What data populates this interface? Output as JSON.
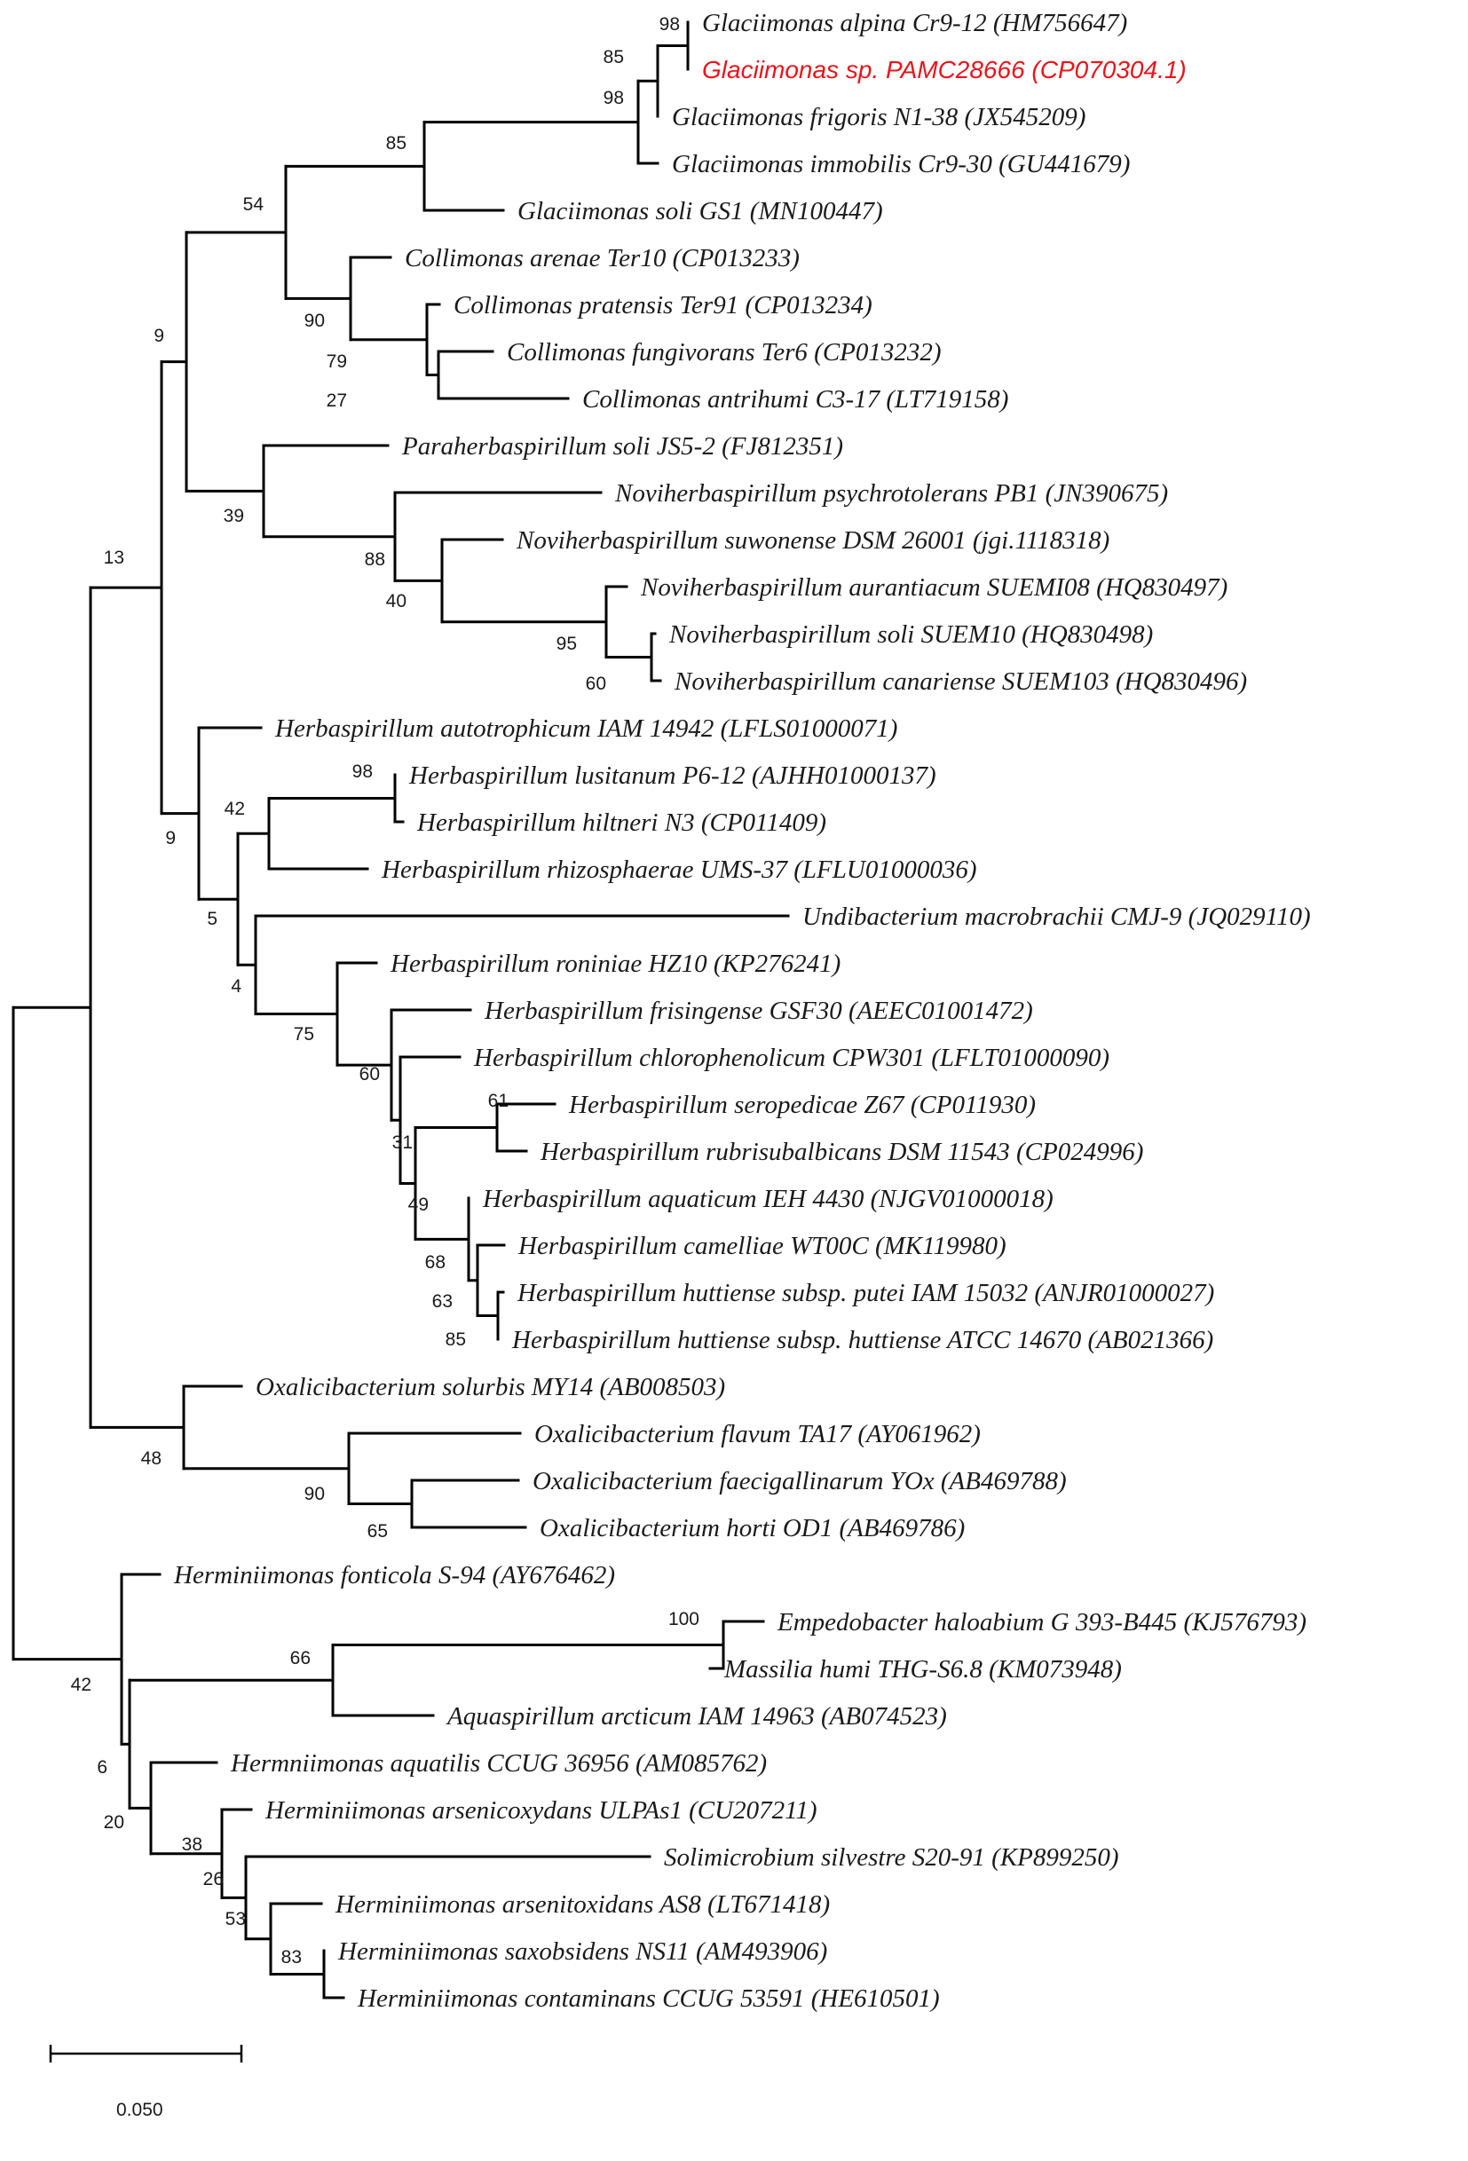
{
  "tree": {
    "highlight_color": "#e8141b",
    "scale_label": "0.050",
    "leaves": [
      {
        "label": "Glaciimonas alpina Cr9-12 (HM756647)"
      },
      {
        "label": "Glaciimonas sp. PAMC28666 (CP070304.1)",
        "highlight": true
      },
      {
        "label": "Glaciimonas frigoris N1-38 (JX545209)"
      },
      {
        "label": "Glaciimonas immobilis Cr9-30 (GU441679)"
      },
      {
        "label": "Glaciimonas soli GS1 (MN100447)"
      },
      {
        "label": "Collimonas arenae Ter10 (CP013233)"
      },
      {
        "label": "Collimonas pratensis Ter91 (CP013234)"
      },
      {
        "label": "Collimonas fungivorans Ter6 (CP013232)"
      },
      {
        "label": "Collimonas antrihumi C3-17 (LT719158)"
      },
      {
        "label": "Paraherbaspirillum soli JS5-2 (FJ812351)"
      },
      {
        "label": "Noviherbaspirillum psychrotolerans PB1 (JN390675)"
      },
      {
        "label": "Noviherbaspirillum suwonense DSM 26001 (jgi.1118318)"
      },
      {
        "label": "Noviherbaspirillum aurantiacum SUEMI08 (HQ830497)"
      },
      {
        "label": "Noviherbaspirillum soli SUEM10 (HQ830498)"
      },
      {
        "label": "Noviherbaspirillum canariense SUEM103 (HQ830496)"
      },
      {
        "label": "Herbaspirillum autotrophicum IAM 14942 (LFLS01000071)"
      },
      {
        "label": "Herbaspirillum lusitanum P6-12 (AJHH01000137)"
      },
      {
        "label": "Herbaspirillum hiltneri N3 (CP011409)"
      },
      {
        "label": "Herbaspirillum rhizosphaerae UMS-37 (LFLU01000036)"
      },
      {
        "label": "Undibacterium macrobrachii CMJ-9 (JQ029110)"
      },
      {
        "label": "Herbaspirillum roniniae HZ10 (KP276241)"
      },
      {
        "label": "Herbaspirillum frisingense GSF30 (AEEC01001472)"
      },
      {
        "label": "Herbaspirillum chlorophenolicum CPW301 (LFLT01000090)"
      },
      {
        "label": "Herbaspirillum seropedicae Z67 (CP011930)"
      },
      {
        "label": "Herbaspirillum rubrisubalbicans DSM 11543 (CP024996)"
      },
      {
        "label": "Herbaspirillum aquaticum IEH 4430 (NJGV01000018)"
      },
      {
        "label": "Herbaspirillum camelliae WT00C (MK119980)"
      },
      {
        "label": "Herbaspirillum huttiense subsp. putei IAM 15032 (ANJR01000027)"
      },
      {
        "label": "Herbaspirillum huttiense subsp. huttiense ATCC 14670 (AB021366)"
      },
      {
        "label": "Oxalicibacterium solurbis MY14 (AB008503)"
      },
      {
        "label": "Oxalicibacterium flavum TA17 (AY061962)"
      },
      {
        "label": "Oxalicibacterium faecigallinarum YOx (AB469788)"
      },
      {
        "label": "Oxalicibacterium horti OD1 (AB469786)"
      },
      {
        "label": "Herminiimonas fonticola S-94 (AY676462)"
      },
      {
        "label": "Empedobacter haloabium G 393-B445 (KJ576793)"
      },
      {
        "label": "Massilia humi THG-S6.8 (KM073948)"
      },
      {
        "label": "Aquaspirillum arcticum IAM 14963 (AB074523)"
      },
      {
        "label": "Hermniimonas aquatilis CCUG 36956 (AM085762)"
      },
      {
        "label": "Herminiimonas arsenicoxydans ULPAs1 (CU207211)"
      },
      {
        "label": "Solimicrobium silvestre S20-91 (KP899250)"
      },
      {
        "label": "Herminiimonas arsenitoxidans AS8 (LT671418)"
      },
      {
        "label": "Herminiimonas saxobsidens NS11 (AM493906)"
      },
      {
        "label": "Herminiimonas contaminans CCUG 53591 (HE610501)"
      }
    ],
    "bootstrap": [
      "98",
      "85",
      "98",
      "85",
      "54",
      "90",
      "79",
      "27",
      "9",
      "39",
      "88",
      "40",
      "95",
      "60",
      "13",
      "98",
      "42",
      "9",
      "5",
      "4",
      "75",
      "60",
      "31",
      "61",
      "49",
      "68",
      "63",
      "85",
      "48",
      "90",
      "65",
      "100",
      "66",
      "42",
      "6",
      "20",
      "38",
      "26",
      "53",
      "83"
    ]
  }
}
